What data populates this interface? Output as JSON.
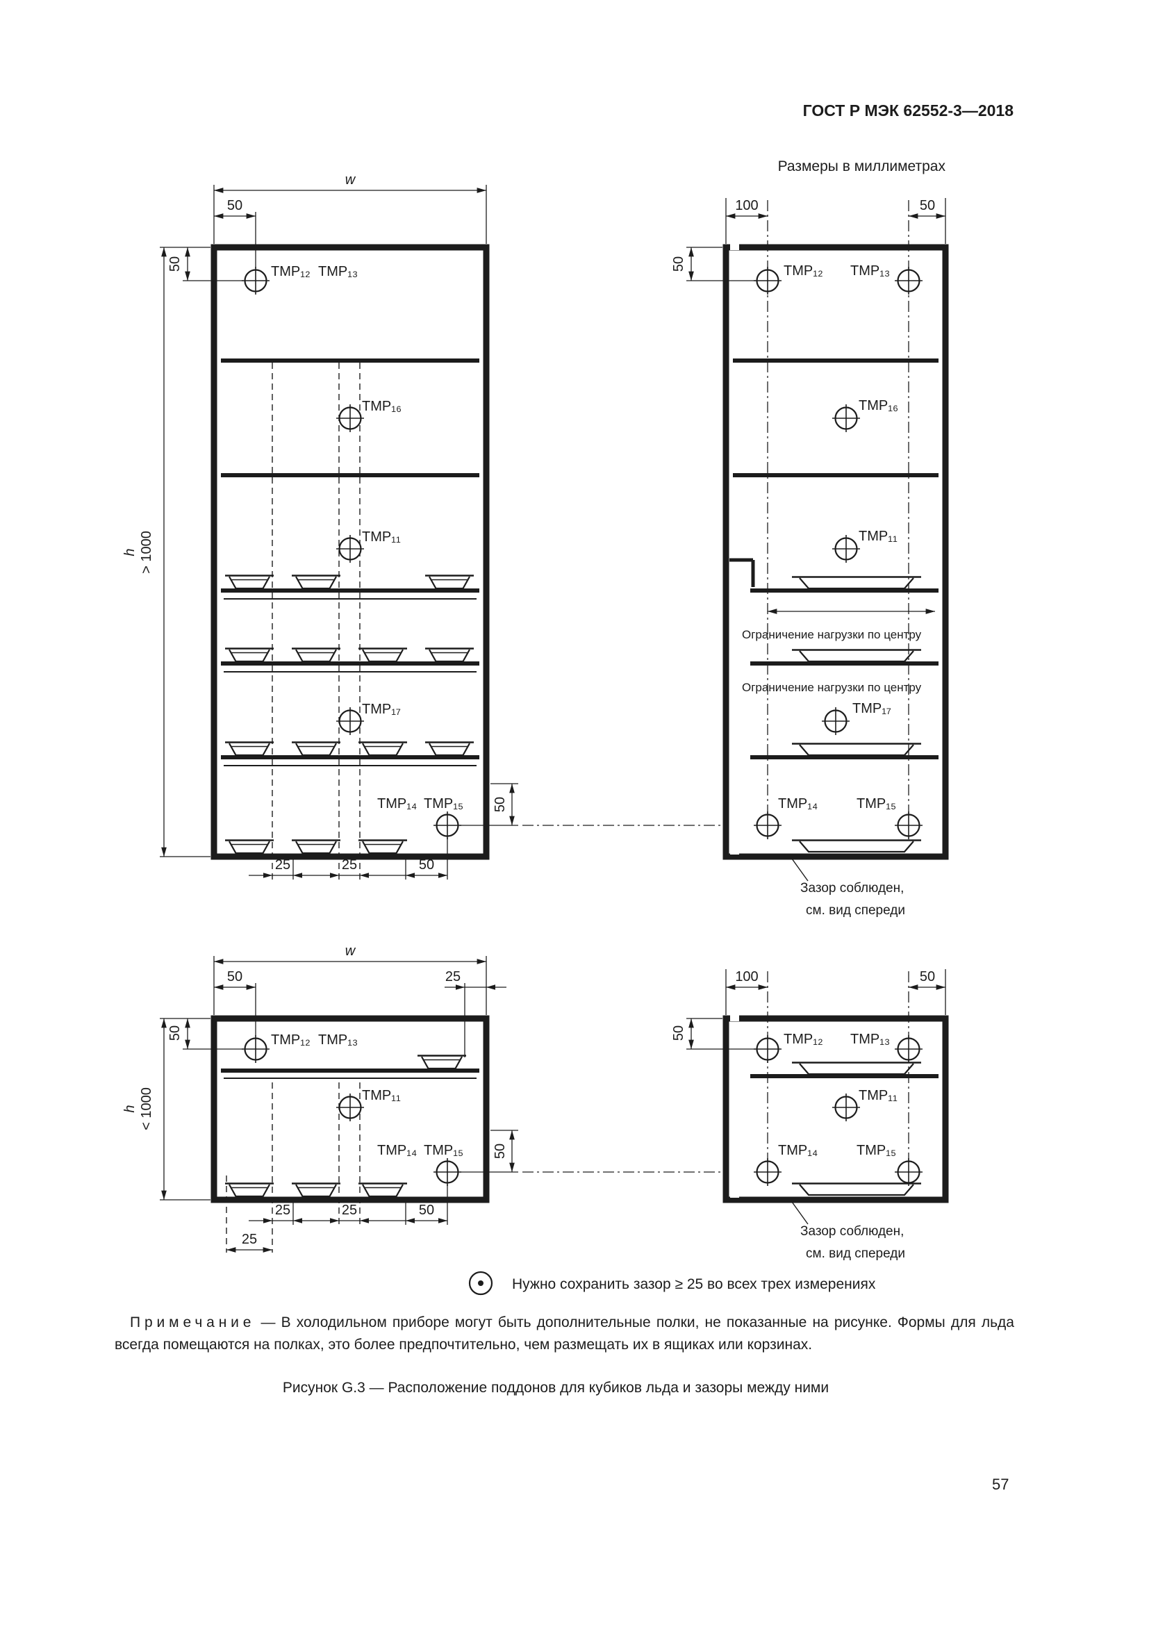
{
  "page": {
    "header": "ГОСТ Р МЭК 62552-3—2018",
    "units_note": "Размеры в миллиметрах",
    "page_number": "57",
    "note_label": "Примечание",
    "note_text": "— В холодильном приборе могут быть дополнительные полки, не показанные на рисунке. Формы для льда всегда помещаются на полках, это более предпочтительно, чем размещать их в ящиках или корзинах.",
    "caption": "Рисунок G.3 — Расположение поддонов для кубиков льда и зазоры между ними"
  },
  "legend": {
    "text": "Нужно сохранить зазор ≥ 25 во всех трех измерениях"
  },
  "labels": {
    "tmp11": "TMP₁₁",
    "tmp12": "TMP₁₂",
    "tmp13": "TMP₁₃",
    "tmp14": "TMP₁₄",
    "tmp15": "TMP₁₅",
    "tmp16": "TMP₁₆",
    "tmp17": "TMP₁₇",
    "w": "w",
    "h": "h",
    "gt1000": "> 1000",
    "lt1000": "< 1000",
    "d25": "25",
    "d50": "50",
    "d100": "100",
    "load_limit": "Ограничение нагрузки по центру",
    "gap_line1": "Зазор соблюден,",
    "gap_line2": "см. вид спереди"
  }
}
